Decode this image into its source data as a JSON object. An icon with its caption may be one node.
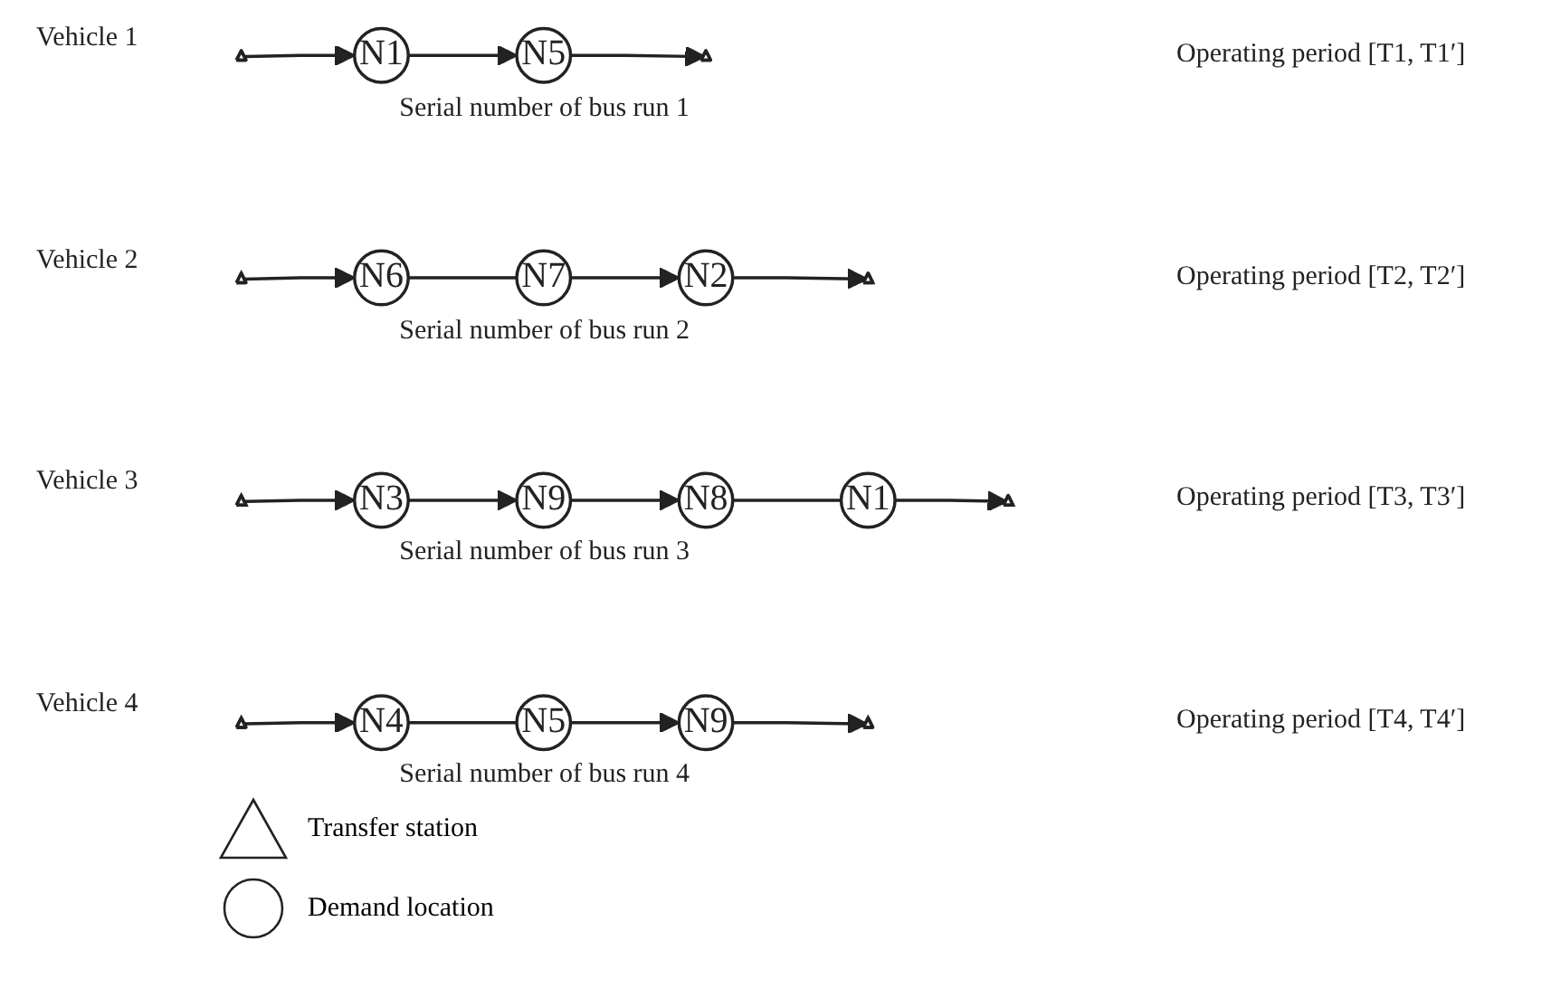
{
  "diagram": {
    "nodes": [
      {
        "text": [],
        "shape": "triangle",
        "beside": [
          "Vehicle 1"
        ]
      },
      {
        "text": [
          "N1"
        ]
      },
      {
        "text": [
          "N5"
        ]
      },
      {
        "text": [],
        "shape": "triangle"
      },
      {
        "text": [],
        "shape": "triangle",
        "beside": [
          "Vehicle 2"
        ]
      },
      {
        "text": [
          "N6"
        ]
      },
      {
        "text": [
          "N7"
        ]
      },
      {
        "text": [
          "N2"
        ]
      },
      {
        "text": [],
        "shape": "triangle"
      },
      {
        "text": [],
        "shape": "triangle",
        "beside": [
          "Vehicle 3"
        ]
      },
      {
        "text": [
          "N3"
        ]
      },
      {
        "text": [
          "N9"
        ]
      },
      {
        "text": [
          "N8"
        ]
      },
      {
        "text": [
          "N1"
        ]
      },
      {
        "text": [],
        "shape": "triangle"
      },
      {
        "text": [],
        "shape": "triangle",
        "beside": [
          "Vehicle 4"
        ]
      },
      {
        "text": [
          "N4"
        ]
      },
      {
        "text": [
          "N5"
        ]
      },
      {
        "text": [
          "N9"
        ]
      },
      {
        "text": [],
        "shape": "triangle"
      }
    ],
    "edges": [
      {
        "from": 0,
        "to": 1,
        "arrow": "to"
      },
      {
        "from": 1,
        "to": 2,
        "arrow": "to"
      },
      {
        "from": 2,
        "to": 3,
        "arrow": "to"
      },
      {
        "from": 4,
        "to": 5,
        "arrow": "to"
      },
      {
        "from": 5,
        "to": 6,
        "arrow": "none"
      },
      {
        "from": 6,
        "to": 7,
        "arrow": "to"
      },
      {
        "from": 7,
        "to": 8,
        "arrow": "to"
      },
      {
        "from": 9,
        "to": 10,
        "arrow": "to"
      },
      {
        "from": 10,
        "to": 11,
        "arrow": "to"
      },
      {
        "from": 11,
        "to": 12,
        "arrow": "to"
      },
      {
        "from": 12,
        "to": 13,
        "arrow": "none"
      },
      {
        "from": 13,
        "to": 14,
        "arrow": "to"
      },
      {
        "from": 15,
        "to": 16,
        "arrow": "to"
      },
      {
        "from": 16,
        "to": 17,
        "arrow": "none"
      },
      {
        "from": 17,
        "to": 18,
        "arrow": "to"
      },
      {
        "from": 18,
        "to": 19,
        "arrow": "to"
      }
    ],
    "labels": [
      "Operating period [T1, T1′]",
      "Serial number of bus run 1",
      "Operating period [T2, T2′]",
      "Serial number of bus run 2",
      "Operating period [T3, T3′]",
      "Serial number of bus run 3",
      "Operating period [T4, T4′]",
      "Serial number of bus run 4"
    ],
    "legend": [
      {
        "text": "Transfer station"
      },
      {
        "text": "Demand location"
      }
    ]
  }
}
